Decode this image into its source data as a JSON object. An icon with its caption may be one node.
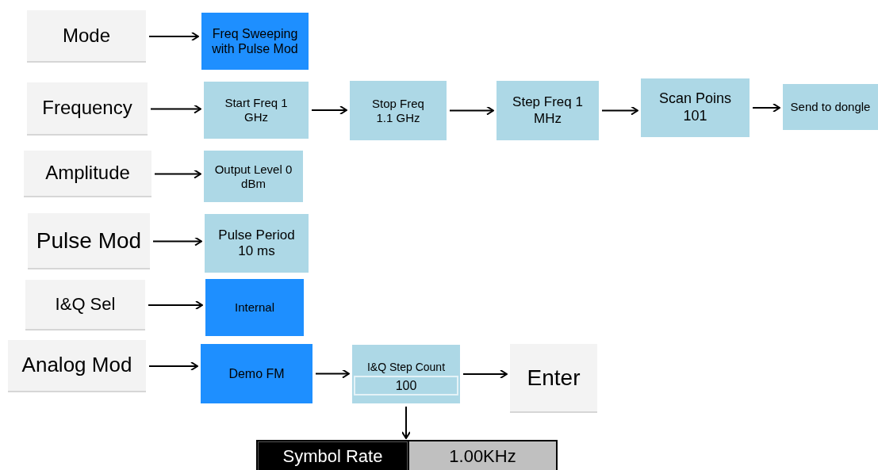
{
  "diagram": {
    "nodes": [
      {
        "text": [
          "Mode"
        ]
      },
      {
        "text": [
          "Freq Sweeping with Pulse Mod"
        ]
      },
      {
        "text": [
          "Frequency"
        ]
      },
      {
        "text": [
          "Start Freq 1 GHz"
        ]
      },
      {
        "text": [
          "Stop Freq 1.1 GHz"
        ]
      },
      {
        "text": [
          "Step Freq 1 MHz"
        ]
      },
      {
        "text": [
          "Scan Poins 101"
        ]
      },
      {
        "text": [
          "Send to dongle"
        ]
      },
      {
        "text": [
          "Amplitude"
        ]
      },
      {
        "text": [
          "Output Level 0 dBm"
        ]
      },
      {
        "text": [
          "Pulse Mod"
        ]
      },
      {
        "text": [
          "Pulse Period 10 ms"
        ]
      },
      {
        "text": [
          "I&Q Sel"
        ]
      },
      {
        "text": [
          "Internal"
        ]
      },
      {
        "text": [
          "Analog Mod"
        ]
      },
      {
        "text": [
          "Demo FM"
        ]
      },
      {
        "text": [
          "I&Q Step Count",
          "100"
        ]
      },
      {
        "text": [
          "Enter"
        ]
      },
      {
        "text": [
          "Symbol Rate",
          "1.00KHz"
        ]
      }
    ],
    "edges": [
      {
        "from": 0,
        "to": 1,
        "arrow": "to"
      },
      {
        "from": 2,
        "to": 3,
        "arrow": "to"
      },
      {
        "from": 3,
        "to": 4,
        "arrow": "to"
      },
      {
        "from": 4,
        "to": 5,
        "arrow": "to"
      },
      {
        "from": 5,
        "to": 6,
        "arrow": "to"
      },
      {
        "from": 6,
        "to": 7,
        "arrow": "to"
      },
      {
        "from": 8,
        "to": 9,
        "arrow": "to"
      },
      {
        "from": 10,
        "to": 11,
        "arrow": "to"
      },
      {
        "from": 12,
        "to": 13,
        "arrow": "to"
      },
      {
        "from": 14,
        "to": 15,
        "arrow": "to"
      },
      {
        "from": 15,
        "to": 16,
        "arrow": "to"
      },
      {
        "from": 16,
        "to": 17,
        "arrow": "to"
      },
      {
        "from": 16,
        "to": 18,
        "arrow": "to"
      }
    ]
  }
}
